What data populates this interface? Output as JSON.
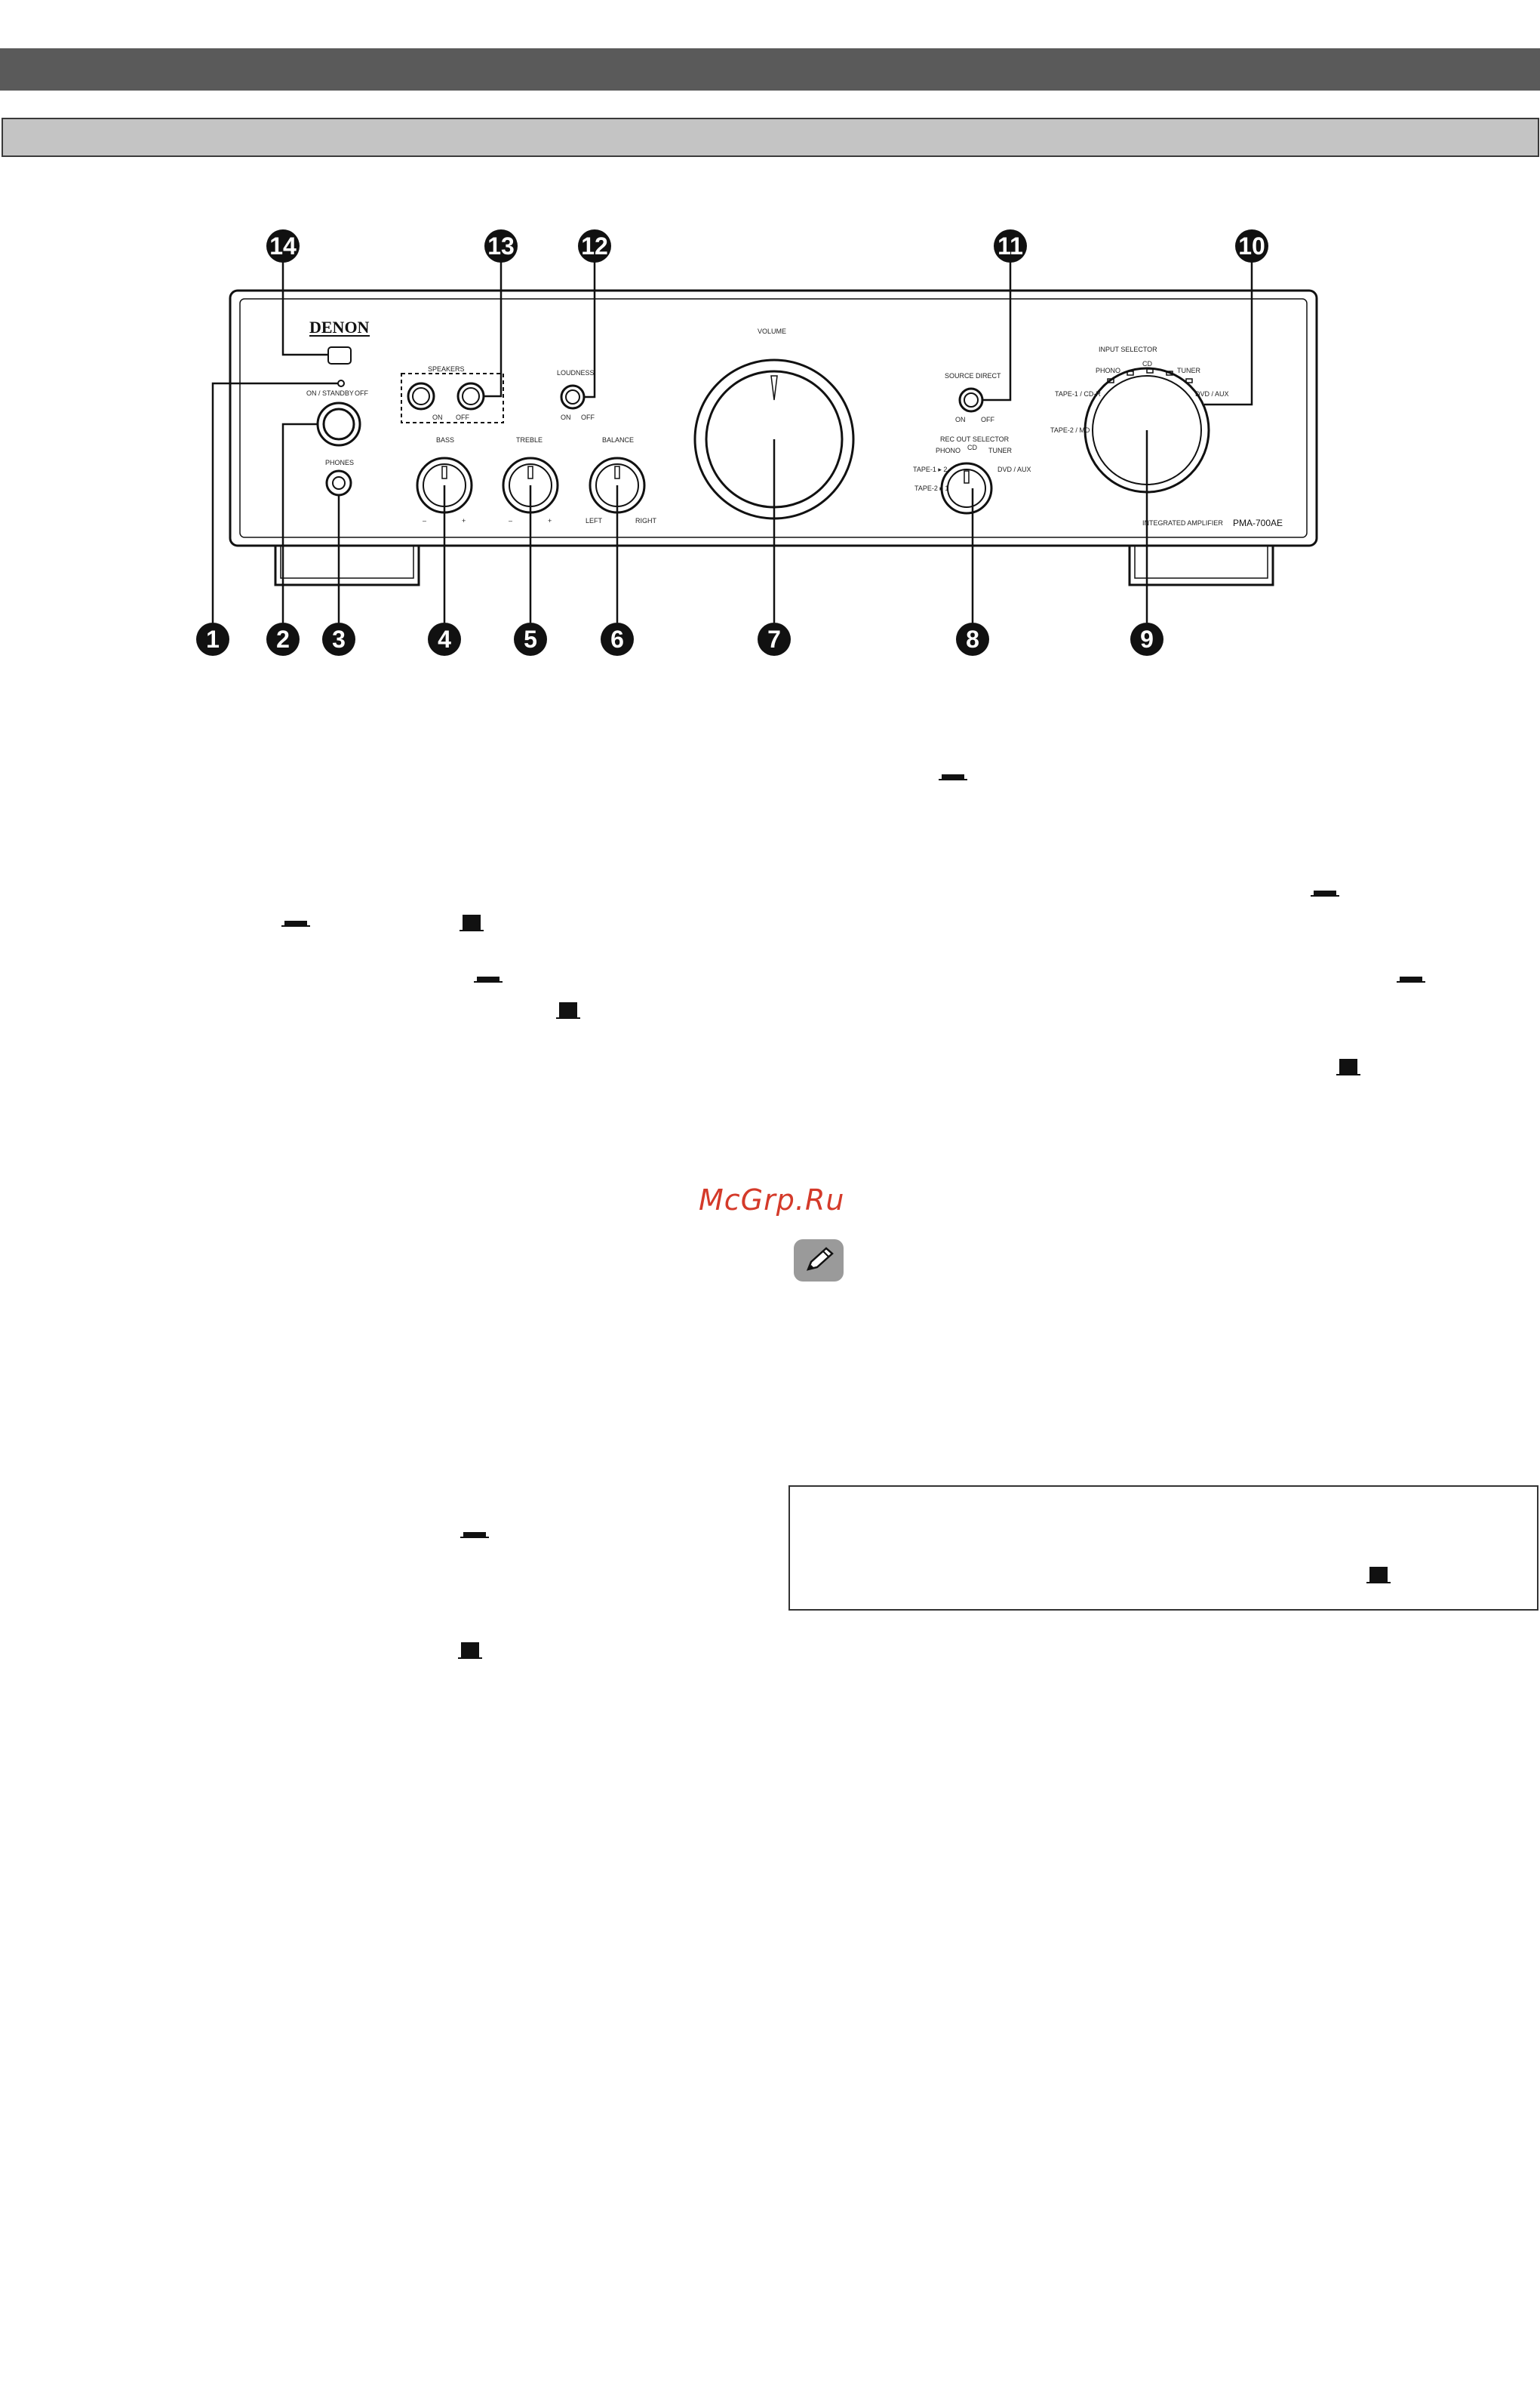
{
  "panel": {
    "brand": "DENON",
    "power_label": "ON / STANDBY",
    "power_off_label": "OFF",
    "phones_label": "PHONES",
    "speakers_label": "SPEAKERS",
    "speakers_on": "ON",
    "speakers_off": "OFF",
    "loudness_label": "LOUDNESS",
    "loudness_on": "ON",
    "loudness_off": "OFF",
    "bass_label": "BASS",
    "treble_label": "TREBLE",
    "balance_label": "BALANCE",
    "balance_left": "LEFT",
    "balance_right": "RIGHT",
    "minus": "–",
    "plus": "+",
    "volume_label": "VOLUME",
    "source_direct_label": "SOURCE DIRECT",
    "source_direct_on": "ON",
    "source_direct_off": "OFF",
    "rec_out_label": "REC OUT SELECTOR",
    "rec_out_options": [
      "PHONO",
      "CD",
      "TUNER",
      "TAPE-1 ▸ 2",
      "TAPE-2 ▸ 1",
      "DVD / AUX"
    ],
    "input_selector_label": "INPUT SELECTOR",
    "input_options": [
      "PHONO",
      "CD",
      "TUNER",
      "TAPE-1 / CD-R",
      "DVD / AUX",
      "TAPE-2 / MD"
    ],
    "model_small": "INTEGRATED AMPLIFIER",
    "model": "PMA-700AE"
  },
  "callouts": [
    "1",
    "2",
    "3",
    "4",
    "5",
    "6",
    "7",
    "8",
    "9",
    "10",
    "11",
    "12",
    "13",
    "14"
  ],
  "watermark": "McGrp.Ru",
  "colors": {
    "header": "#5a5a5a",
    "subheader": "#c4c4c4",
    "watermark": "#d43a2a",
    "ink": "#1a1a1a"
  },
  "icons": {
    "note": "pencil-icon",
    "button_up": "button-released-icon",
    "button_down": "button-pressed-icon"
  }
}
